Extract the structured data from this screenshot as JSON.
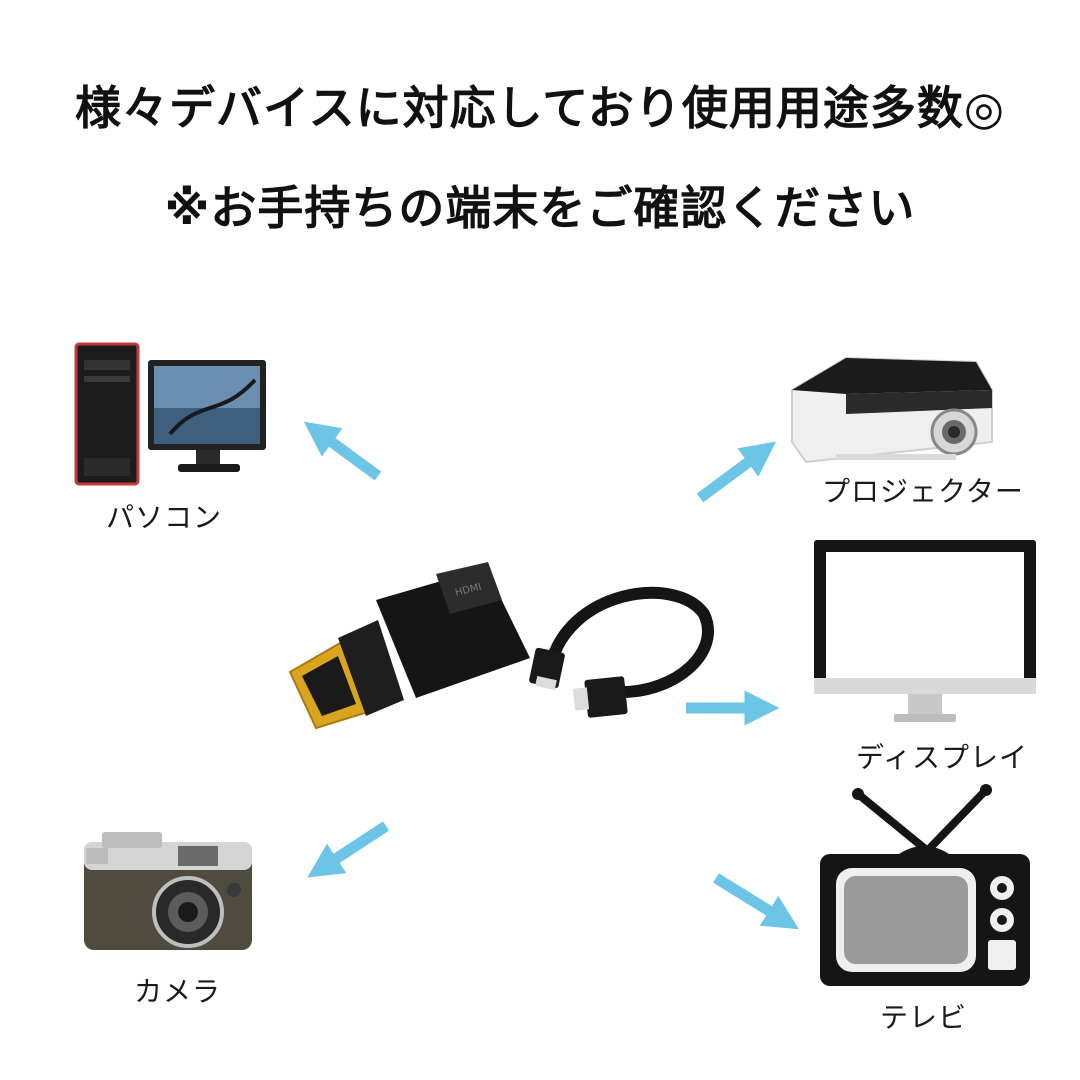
{
  "headline": {
    "line1": "様々デバイスに対応しており使用用途多数◎",
    "line2": "※お手持ちの端末をご確認ください"
  },
  "devices": {
    "pc": {
      "label": "パソコン",
      "icon": "desktop-pc-icon"
    },
    "projector": {
      "label": "プロジェクター",
      "icon": "projector-icon"
    },
    "display": {
      "label": "ディスプレイ",
      "icon": "monitor-icon"
    },
    "camera": {
      "label": "カメラ",
      "icon": "camera-icon"
    },
    "tv": {
      "label": "テレビ",
      "icon": "retro-tv-icon"
    }
  },
  "product": {
    "adapter_icon": "mini-hdmi-adapter-icon",
    "cable_icon": "mini-hdmi-cable-icon",
    "port_text": "HDMI"
  },
  "colors": {
    "arrow": "#6cc4e6",
    "gold": "#d9a520",
    "black": "#151515"
  }
}
